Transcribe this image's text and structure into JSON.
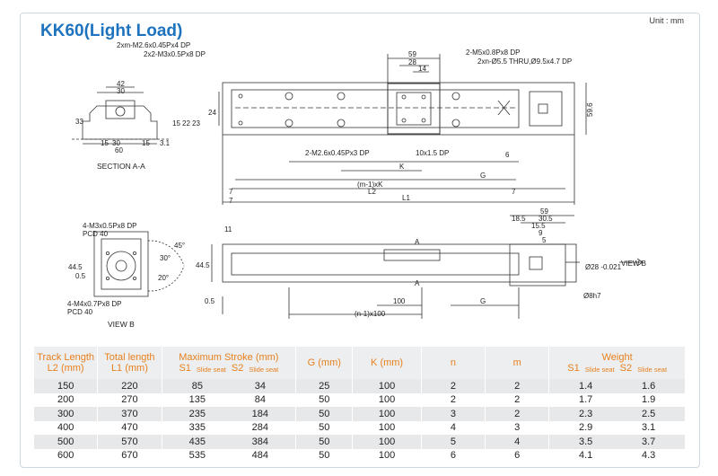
{
  "header": {
    "title": "KK60(Light Load)",
    "unit": "Unit : mm"
  },
  "drawing": {
    "labels": {
      "tap_2xm": "2xm-M2.6x0.45Px4 DP",
      "tap_2x2": "2x2-M3x0.5Px8 DP",
      "tap_m5": "2-M5x0.8Px8 DP",
      "tap_2xn": "2xn-Ø5.5 THRU,Ø9.5x4.7 DP",
      "tap_2m26": "2-M2.6x0.45Px3 DP",
      "tap_10x": "10x1.5 DP",
      "section": "SECTION A-A",
      "tap_m3_pcd": "4-M3x0.5Px8 DP",
      "pcd1": "PCD 40",
      "tap_m4_pcd": "4-M4x0.7Px8 DP",
      "pcd2": "PCD 40",
      "view_b": "VIEW B",
      "view_b_arrow": "VIEW B",
      "a_top": "A",
      "a_bot": "A",
      "k": "K",
      "mk": "(m-1)xK",
      "g1": "G",
      "g2": "G",
      "l1": "L1",
      "l2": "L2",
      "n100": "(n-1)x100",
      "d100": "100",
      "d59a": "59",
      "d28": "28",
      "d14": "14",
      "d59_6": "59.6",
      "d24": "24",
      "d42": "42",
      "d30a": "30",
      "d33": "33",
      "d30b": "30",
      "d60": "60",
      "d15a": "15",
      "d15b": "15",
      "d31": "3.1",
      "d15c": "15",
      "d22": "22",
      "d23": "23",
      "d7a": "7",
      "d7b": "7",
      "d7c": "7",
      "d6": "6",
      "d11": "11",
      "d44a": "44.5",
      "d05a": "0.5",
      "d44b": "44.5",
      "d05b": "0.5",
      "d59b": "59",
      "d185": "18.5",
      "d305": "30.5",
      "d155": "15.5",
      "d9": "9",
      "d5": "5",
      "d28h": "Ø28 -0.021",
      "d8h7": "Ø8h7",
      "d45": "45°",
      "d30deg": "30°",
      "d20": "20°"
    }
  },
  "table": {
    "headers": {
      "track_length": "Track Length",
      "l2": "L2 (mm)",
      "total_length": "Total length",
      "l1": "L1 (mm)",
      "max_stroke": "Maximum Stroke (mm)",
      "s1": "S1",
      "s2": "S2",
      "slide_seat1": "Slide seat",
      "slide_seat2": "Slide seat",
      "g": "G (mm)",
      "k": "K (mm)",
      "n": "n",
      "m": "m",
      "weight": "Weight",
      "ws1": "S1",
      "ws2": "S2",
      "wslide1": "Slide seat",
      "wslide2": "Slide seat"
    },
    "rows": [
      [
        "150",
        "220",
        "85",
        "34",
        "25",
        "100",
        "2",
        "2",
        "1.4",
        "1.6"
      ],
      [
        "200",
        "270",
        "135",
        "84",
        "50",
        "100",
        "2",
        "2",
        "1.7",
        "1.9"
      ],
      [
        "300",
        "370",
        "235",
        "184",
        "50",
        "100",
        "3",
        "2",
        "2.3",
        "2.5"
      ],
      [
        "400",
        "470",
        "335",
        "284",
        "50",
        "100",
        "4",
        "3",
        "2.9",
        "3.1"
      ],
      [
        "500",
        "570",
        "435",
        "384",
        "50",
        "100",
        "5",
        "4",
        "3.5",
        "3.7"
      ],
      [
        "600",
        "670",
        "535",
        "484",
        "50",
        "100",
        "6",
        "6",
        "4.1",
        "4.3"
      ]
    ]
  }
}
